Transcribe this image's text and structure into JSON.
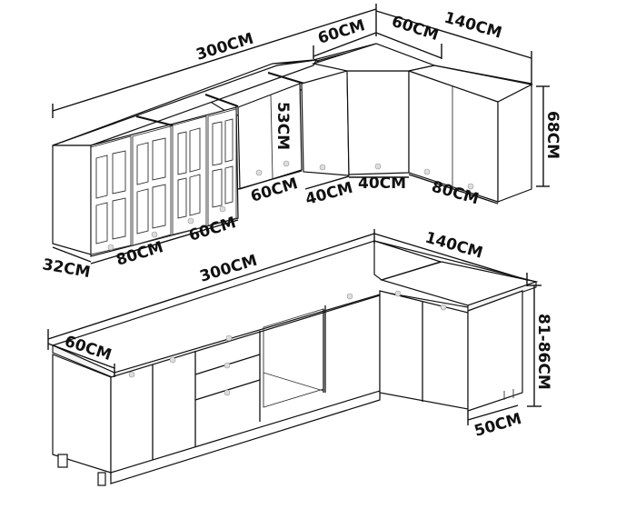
{
  "diagram": {
    "subject": "L-shaped kitchen cabinet set dimensions",
    "wall_cabinets": {
      "run_length": "300CM",
      "corner_left_depth": "60CM",
      "corner_right_depth": "60CM",
      "return_length": "140CM",
      "height": "68CM",
      "glass_unit_height": "53CM",
      "depth": "32CM",
      "glass_unit_1_width": "80CM",
      "glass_unit_2_width": "60CM",
      "low_unit_width": "60CM",
      "corner_side_a_width": "40CM",
      "corner_side_b_width": "40CM",
      "return_unit_width": "80CM"
    },
    "base_cabinets": {
      "run_length": "300CM",
      "depth": "60CM",
      "return_length": "140CM",
      "height": "81-86CM",
      "return_depth": "50CM"
    }
  }
}
